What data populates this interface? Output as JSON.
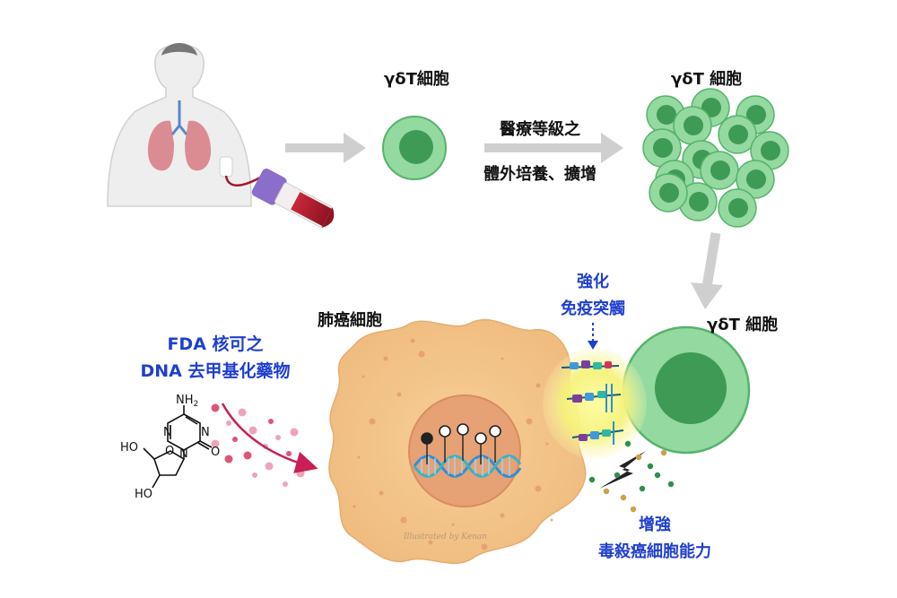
{
  "labels": {
    "gd_cell_top": "γδT細胞",
    "gd_cell_expanded": "γδT 細胞",
    "culture_line1": "醫療等級之",
    "culture_line2": "體外培養、擴增",
    "lung_cancer_cell": "肺癌細胞",
    "gd_cell_bottom": "γδT 細胞",
    "synapse_line1": "強化",
    "synapse_line2": "免疫突觸",
    "drug_line1": "FDA 核可之",
    "drug_line2": "DNA 去甲基化藥物",
    "kill_line1": "增強",
    "kill_line2": "毒殺癌細胞能力"
  },
  "molecule": {
    "nh2": "NH",
    "nh2_sub": "2",
    "n1": "N",
    "n2": "N",
    "n3": "N",
    "o_carbonyl": "O",
    "o_ring": "O",
    "ho_top": "HO",
    "ho_bottom": "HO"
  },
  "credit": "Illustrated by Kenan",
  "colors": {
    "label_black": "#111111",
    "label_blue": "#1f3fcf",
    "cell_green_outer": "#93d9a0",
    "cell_green_inner": "#3d9b55",
    "cancer_orange": "#f2c489",
    "nucleus": "#e8a274",
    "arrow_gray": "#cfcfcf",
    "drug_pink": "#d8365f",
    "dna_blue": "#2f8fd8"
  }
}
